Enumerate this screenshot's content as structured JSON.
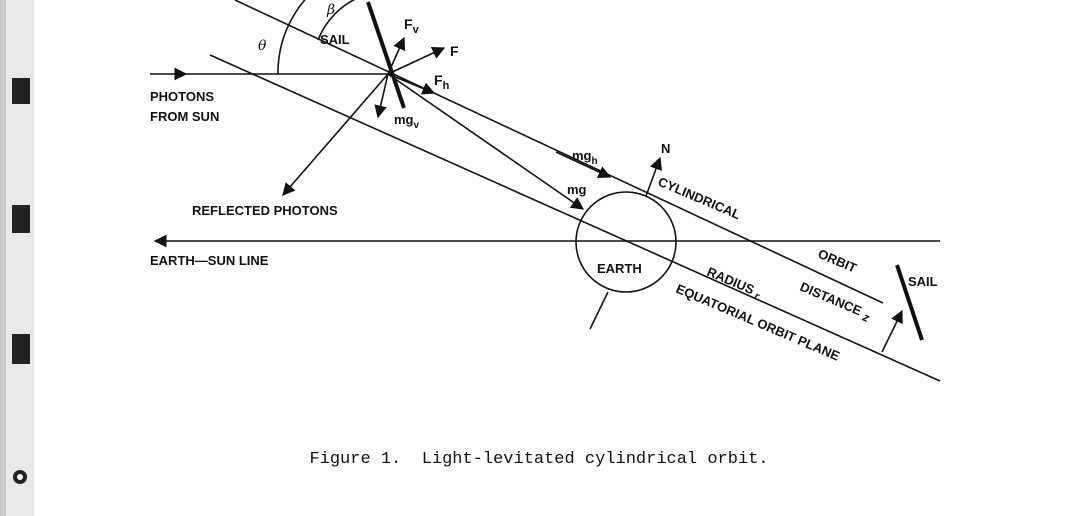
{
  "labels": {
    "beta": "β",
    "theta": "θ",
    "sail_top": "SAIL",
    "fv": "F",
    "fv_sub": "v",
    "f": "F",
    "fh": "F",
    "fh_sub": "h",
    "photons_line1": "PHOTONS",
    "photons_line2": "FROM SUN",
    "mgv": "mg",
    "mgv_sub": "v",
    "mgh": "mg",
    "mgh_sub": "h",
    "n": "N",
    "mg": "mg",
    "reflected": "REFLECTED PHOTONS",
    "cylindrical": "CYLINDRICAL",
    "earth_sun": "EARTH—SUN LINE",
    "earth": "EARTH",
    "orbit": "ORBIT",
    "sail_right": "SAIL",
    "radius": "RADIUS",
    "radius_var": "r",
    "distance": "DISTANCE",
    "distance_var": "z",
    "equatorial": "EQUATORIAL ORBIT PLANE"
  },
  "caption": {
    "label": "Figure 1.",
    "text": "Light-levitated cylindrical orbit."
  }
}
